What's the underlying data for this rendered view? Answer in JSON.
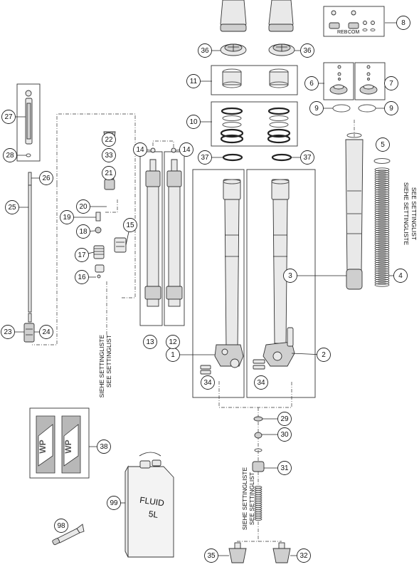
{
  "callouts": [
    "1",
    "2",
    "3",
    "4",
    "5",
    "6",
    "7",
    "8",
    "9",
    "9",
    "10",
    "11",
    "12",
    "13",
    "14",
    "14",
    "15",
    "16",
    "17",
    "18",
    "19",
    "20",
    "21",
    "22",
    "23",
    "24",
    "25",
    "26",
    "27",
    "28",
    "29",
    "30",
    "31",
    "32",
    "33",
    "34",
    "34",
    "35",
    "36",
    "36",
    "37",
    "37",
    "38",
    "98",
    "99"
  ],
  "labels": {
    "reb": "REB",
    "com": "COM",
    "fluid": "FLUID",
    "fluid_size": "5L",
    "note_siehe": "SIEHE SETTINGLISTE",
    "note_see": "SEE SETTINGLIST",
    "sticker_text_a": "WP",
    "sticker_text_b": "WP"
  },
  "colors": {
    "line": "#222222",
    "part_fill": "#e9e9e9",
    "sticker_bg": "#b8b8b8"
  }
}
